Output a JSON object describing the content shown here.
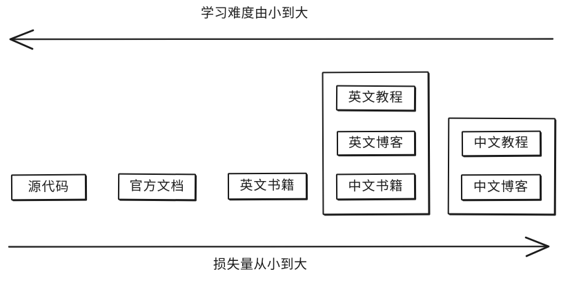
{
  "diagram": {
    "title_top": "学习难度由小到大",
    "title_bottom": "损失量从小到大",
    "stroke_color": "#1b1b1b",
    "background_color": "#ffffff",
    "top_axis": {
      "label": "学习难度由小到大",
      "direction": "left",
      "arrow_icon": "arrow-left-icon"
    },
    "bottom_axis": {
      "label": "损失量从小到大",
      "direction": "right",
      "arrow_icon": "arrow-right-icon"
    },
    "standalone_nodes": [
      {
        "label": "源代码"
      },
      {
        "label": "官方文档"
      },
      {
        "label": "英文书籍"
      }
    ],
    "groups": [
      {
        "name": "group-1",
        "nodes": [
          {
            "label": "英文教程"
          },
          {
            "label": "英文博客"
          },
          {
            "label": "中文书籍"
          }
        ]
      },
      {
        "name": "group-2",
        "nodes": [
          {
            "label": "中文教程"
          },
          {
            "label": "中文博客"
          }
        ]
      }
    ]
  }
}
